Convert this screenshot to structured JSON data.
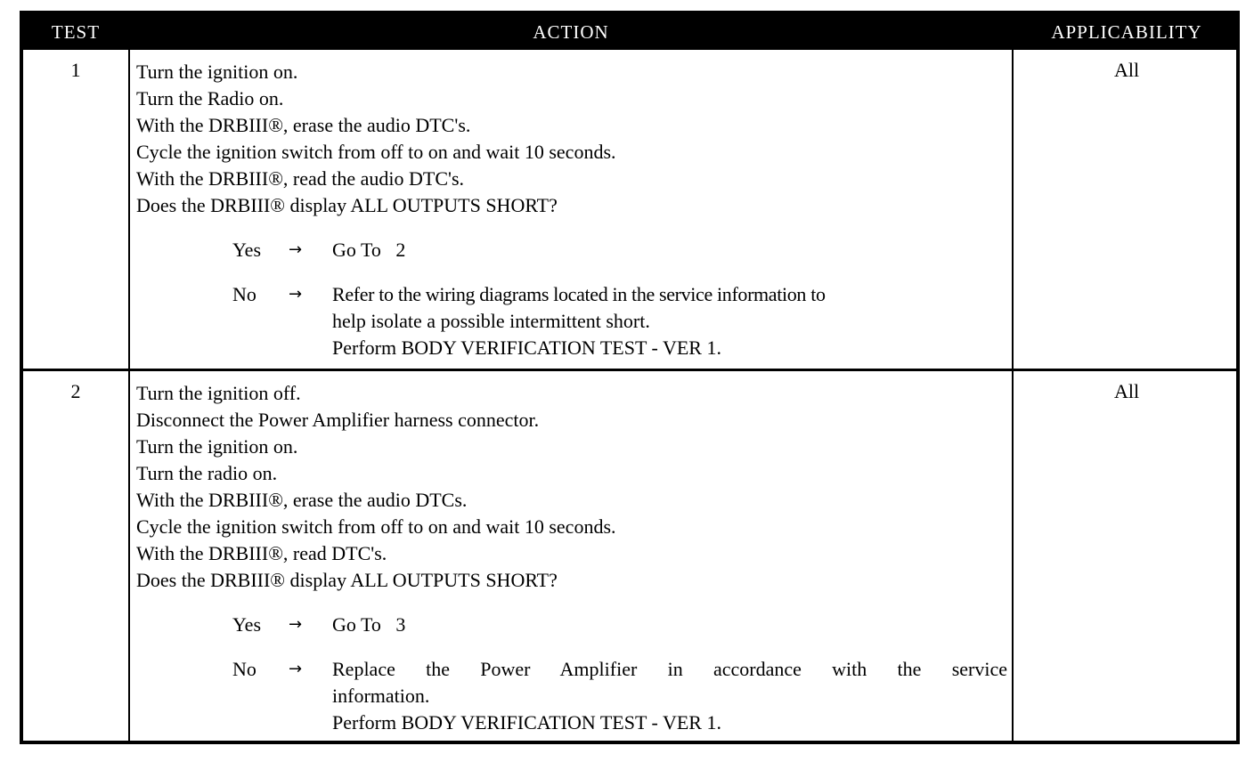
{
  "header": {
    "test": "TEST",
    "action": "ACTION",
    "applicability": "APPLICABILITY"
  },
  "rows": [
    {
      "test": "1",
      "applicability": "All",
      "steps": [
        "Turn the ignition on.",
        "Turn the Radio on.",
        "With the DRBIII®, erase the audio DTC's.",
        "Cycle the ignition switch from off to on and wait 10 seconds.",
        "With the DRBIII®, read the audio DTC's.",
        "Does the DRBIII® display ALL OUTPUTS SHORT?"
      ],
      "yes": {
        "label": "Yes",
        "arrow": "→",
        "text": "Go To   2"
      },
      "no": {
        "label": "No",
        "arrow": "→",
        "lines": [
          "Refer to the wiring diagrams located in the service information to",
          "help isolate a possible intermittent short.",
          "Perform BODY VERIFICATION TEST - VER 1."
        ]
      }
    },
    {
      "test": "2",
      "applicability": "All",
      "steps": [
        "Turn the ignition off.",
        "Disconnect the Power Amplifier harness connector.",
        "Turn the ignition on.",
        "Turn the radio on.",
        "With the DRBIII®, erase the audio DTCs.",
        "Cycle the ignition switch from off to on and wait 10 seconds.",
        "With the DRBIII®, read DTC's.",
        "Does the DRBIII® display ALL OUTPUTS SHORT?"
      ],
      "yes": {
        "label": "Yes",
        "arrow": "→",
        "text": "Go To   3"
      },
      "no": {
        "label": "No",
        "arrow": "→",
        "lines": [
          "Replace the Power Amplifier in accordance with the service",
          "information.",
          "Perform BODY VERIFICATION TEST - VER 1."
        ]
      }
    }
  ]
}
